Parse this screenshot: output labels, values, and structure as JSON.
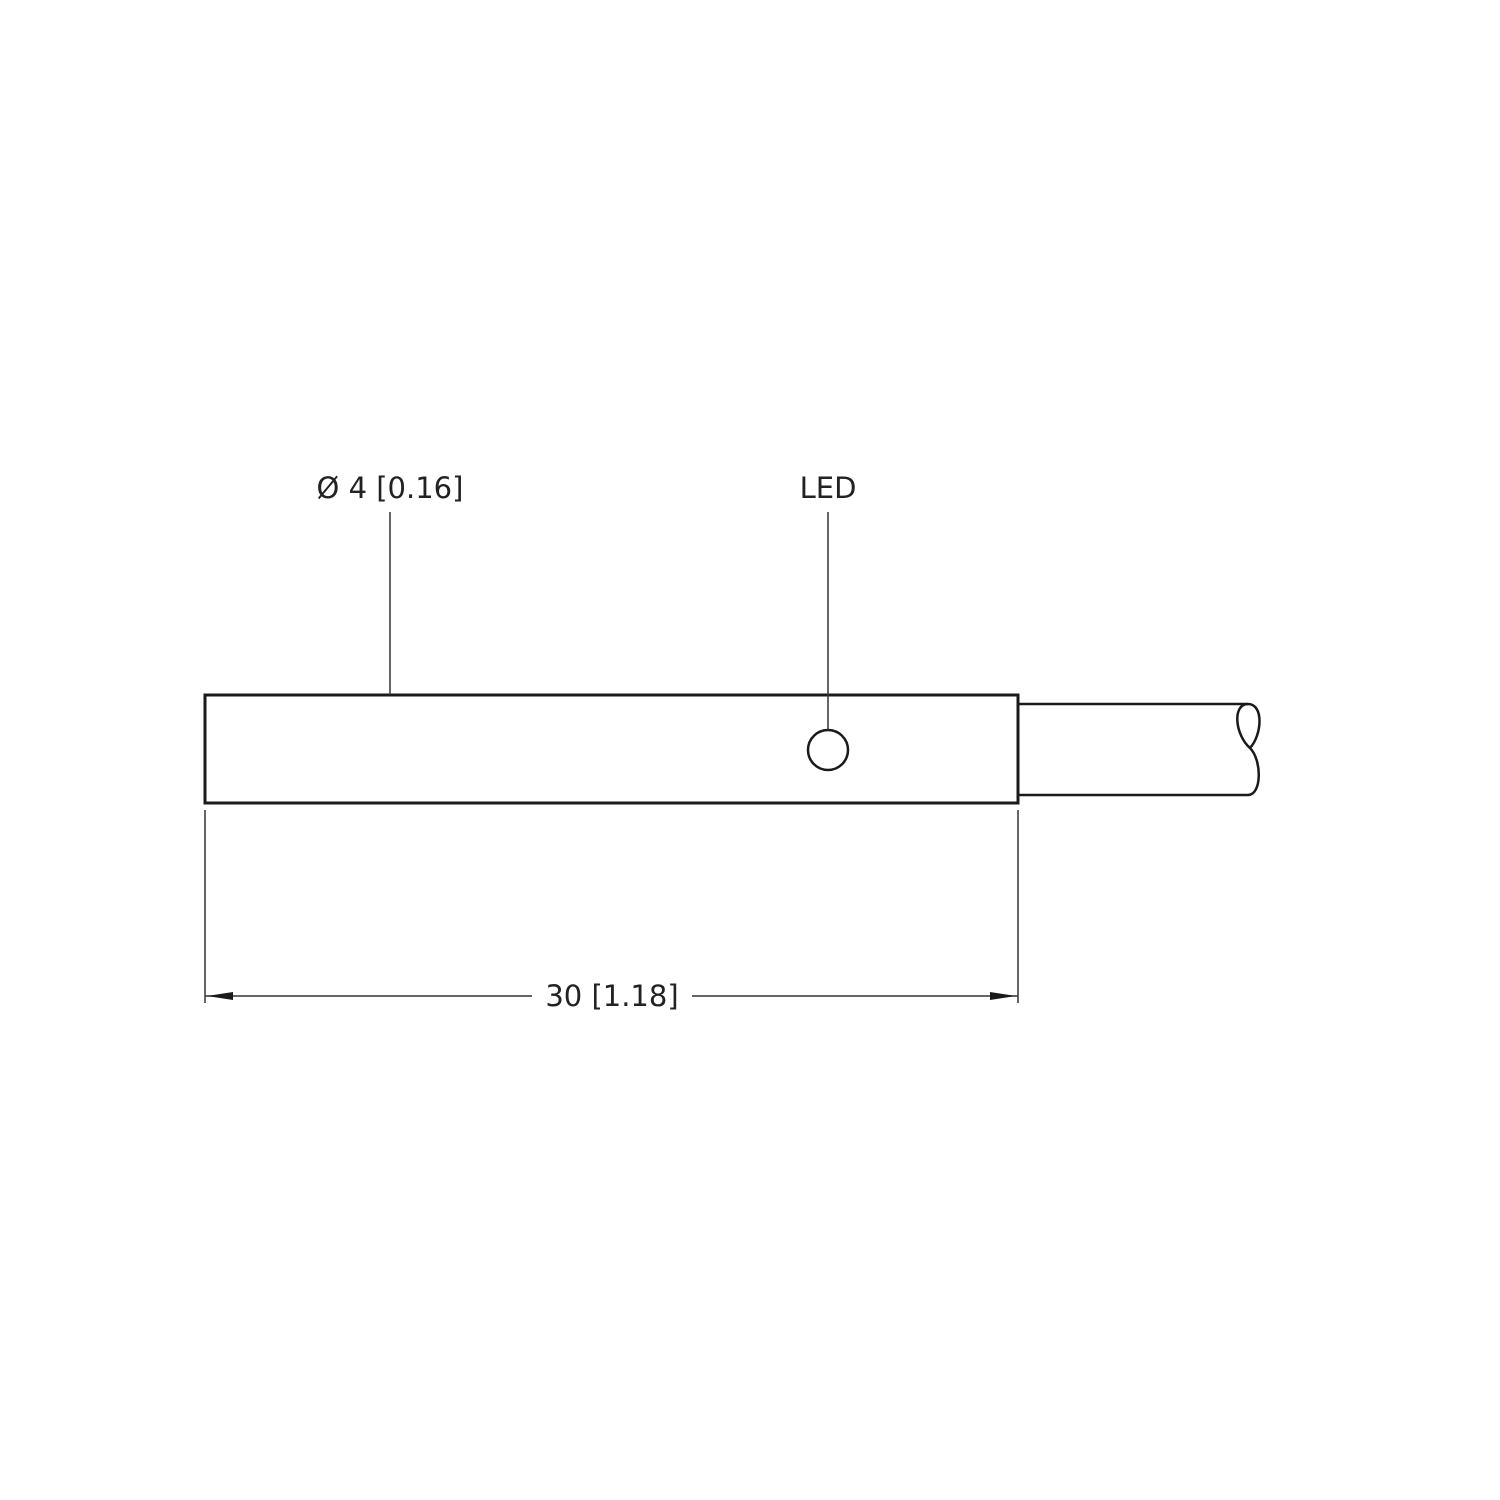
{
  "labels": {
    "diameter": "Ø 4 [0.16]",
    "led": "LED",
    "length": "30 [1.18]"
  },
  "colors": {
    "line": "#1a1a1a",
    "background": "#ffffff"
  }
}
